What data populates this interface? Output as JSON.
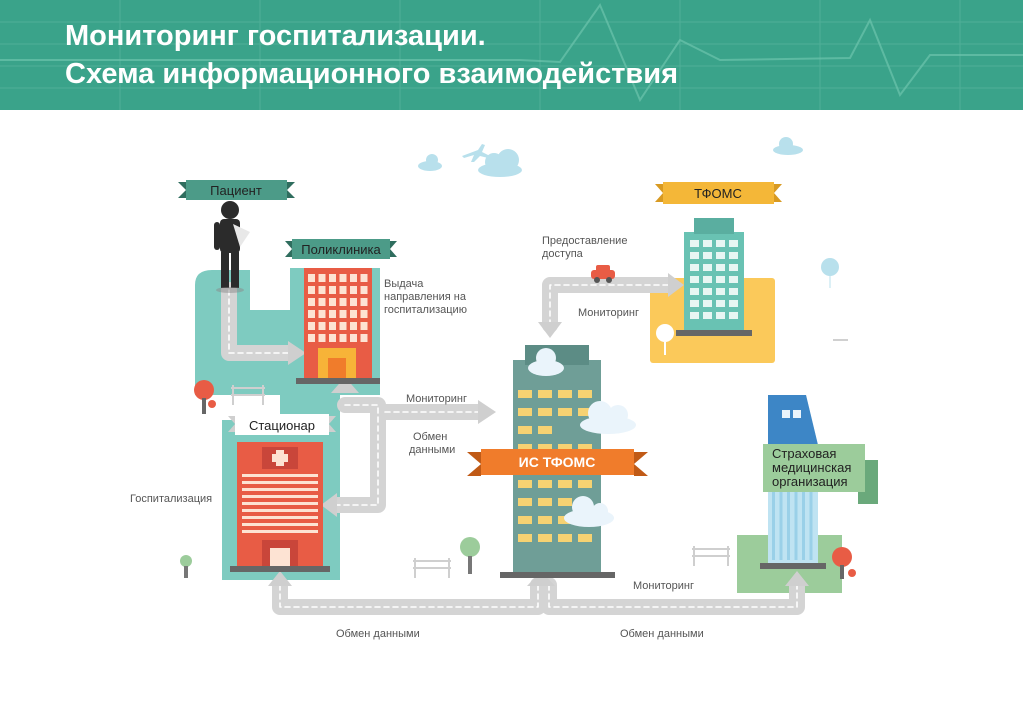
{
  "header": {
    "title_line1": "Мониторинг госпитализации.",
    "title_line2": "Схема информационного взаимодействия",
    "background_color": "#3aa38a"
  },
  "nodes": {
    "patient": "Пациент",
    "clinic": "Поликлиника",
    "hospital": "Стационар",
    "is_tfoms": "ИС ТФОМС",
    "tfoms": "ТФОМС",
    "insurer_line1": "Страховая",
    "insurer_line2": "медицинская",
    "insurer_line3": "организация"
  },
  "edges": {
    "referral_line1": "Выдача",
    "referral_line2": "направления на",
    "referral_line3": "госпитализацию",
    "monitoring_clinic": "Мониторинг",
    "exchange_clinic_line1": "Обмен",
    "exchange_clinic_line2": "данными",
    "hospitalization": "Госпитализация",
    "access_line1": "Предоставление",
    "access_line2": "доступа",
    "monitoring_tfoms": "Мониторинг",
    "monitoring_insurer": "Мониторинг",
    "exchange_bottom_left": "Обмен данными",
    "exchange_bottom_right": "Обмен данными"
  },
  "colors": {
    "teal_zone": "#7ecbc0",
    "yellow_zone": "#fbc95a",
    "green_zone": "#9ccc9b",
    "road": "#d9d9d9",
    "orange_banner": "#f07c2b",
    "tag_ribbon": "#4c9b88",
    "tfoms_ribbon": "#f4b738"
  },
  "icons": [
    "cloud-icon",
    "airplane-icon",
    "car-icon",
    "balloon-icon",
    "tree-icon",
    "bench-icon",
    "person-icon"
  ]
}
